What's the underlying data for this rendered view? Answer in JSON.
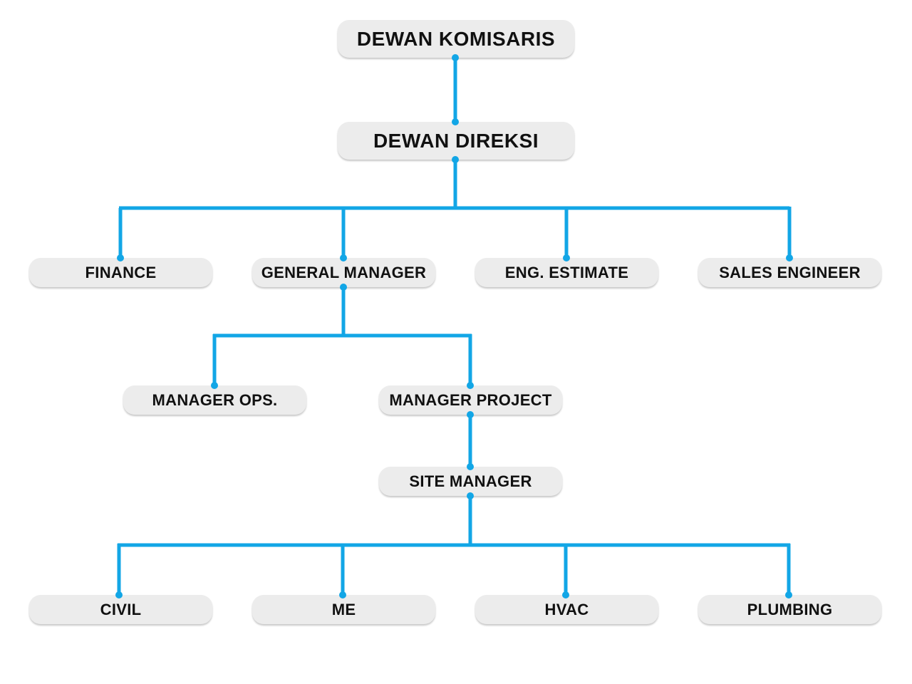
{
  "diagram": {
    "type": "organization-chart",
    "line_color": "#12a6e6",
    "node_fill": "#ececec",
    "text_color": "#111111",
    "nodes": {
      "komisaris": "DEWAN KOMISARIS",
      "direksi": "DEWAN DIREKSI",
      "finance": "FINANCE",
      "general_manager": "GENERAL MANAGER",
      "eng_estimate": "ENG. ESTIMATE",
      "sales_engineer": "SALES ENGINEER",
      "manager_ops": "MANAGER OPS.",
      "manager_project": "MANAGER PROJECT",
      "site_manager": "SITE MANAGER",
      "civil": "CIVIL",
      "me": "ME",
      "hvac": "HVAC",
      "plumbing": "PLUMBING"
    },
    "edges": [
      [
        "komisaris",
        "direksi"
      ],
      [
        "direksi",
        "finance"
      ],
      [
        "direksi",
        "general_manager"
      ],
      [
        "direksi",
        "eng_estimate"
      ],
      [
        "direksi",
        "sales_engineer"
      ],
      [
        "general_manager",
        "manager_ops"
      ],
      [
        "general_manager",
        "manager_project"
      ],
      [
        "manager_project",
        "site_manager"
      ],
      [
        "site_manager",
        "civil"
      ],
      [
        "site_manager",
        "me"
      ],
      [
        "site_manager",
        "hvac"
      ],
      [
        "site_manager",
        "plumbing"
      ]
    ]
  }
}
